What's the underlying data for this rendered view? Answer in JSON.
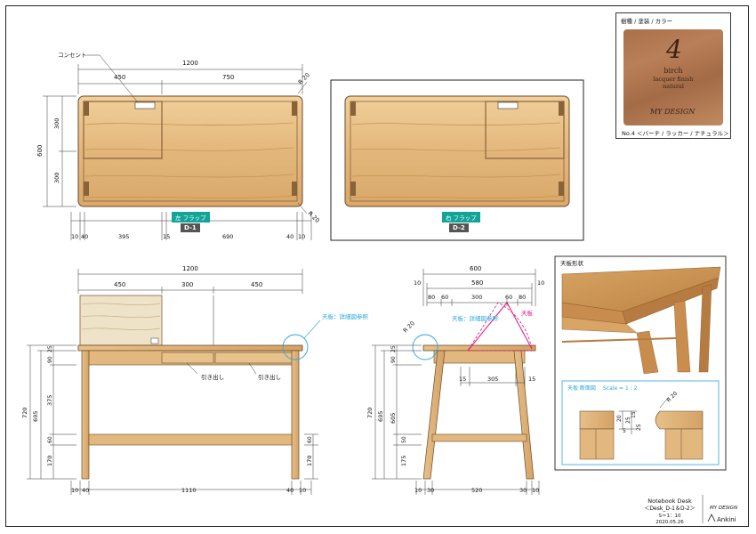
{
  "sheet": {
    "product": "Notebook Desk",
    "model": "＜Desk_D-1＆D-2＞",
    "scale": "S＝1：10",
    "date": "2020.05.26",
    "brand_logo": "MY DESIGN",
    "company": "Ankini"
  },
  "material": {
    "header": "樹種 / 塗装 / カラー",
    "number": "4",
    "wood": "birch",
    "finish": "lacquer finish",
    "color": "natural",
    "logo": "MY DESIGN",
    "code": "No.4 ＜バーチ / ラッカー / ナチュラル＞"
  },
  "plan_d1": {
    "outlet_label": "コンセント",
    "dim_total": "1200",
    "dim_left": "450",
    "dim_right": "750",
    "corner_top": "R 20",
    "corner_bottom": "R 20",
    "dim_depth": "600",
    "dim_depth_a": "300",
    "dim_depth_b": "300",
    "bottom_dims": [
      "10",
      "40",
      "395",
      "15",
      "690",
      "40",
      "10"
    ],
    "flap_tag": "左 フラップ",
    "id_tag": "D-1"
  },
  "plan_d2": {
    "flap_tag": "右 フラップ",
    "id_tag": "D-2"
  },
  "front": {
    "dim_total": "1200",
    "dim_a": "450",
    "dim_b": "300",
    "dim_c": "450",
    "detail_note": "天板：詳細図参照",
    "drawer_a": "引き出し",
    "drawer_b": "引き出し",
    "left_dims": [
      "720",
      "695",
      "25",
      "90",
      "375",
      "60",
      "170"
    ],
    "right_dims": [
      "60",
      "170"
    ],
    "bottom_dims": [
      "10",
      "40",
      "1110",
      "40",
      "10"
    ]
  },
  "side": {
    "dim_total": "600",
    "dim_inner": "580",
    "left_edge": "10",
    "right_edge": "10",
    "top_dims": [
      "80",
      "60",
      "300",
      "60",
      "80"
    ],
    "corner": "R 20",
    "detail_note": "天板：詳細図参照",
    "flap_label": "天板",
    "mid_dims": [
      "15",
      "305",
      "15"
    ],
    "left_dims": [
      "720",
      "695",
      "25",
      "90",
      "605",
      "50",
      "175"
    ],
    "bottom_dims": [
      "10",
      "30",
      "520",
      "30",
      "10"
    ]
  },
  "detail": {
    "shape_label": "天板形状",
    "section_label": "天板 断面図",
    "scale_label": "Scale = 1 : 2",
    "corner": "R 20",
    "dims": [
      "20",
      "25",
      "5",
      "15",
      "25"
    ]
  },
  "colors": {
    "wood_light": "#e8c48e",
    "wood_mid": "#d6a66a",
    "wood_dark": "#b9854a",
    "accent_teal": "#11a598",
    "accent_magenta": "#e0157f",
    "callout_blue": "#2aa6e0"
  }
}
